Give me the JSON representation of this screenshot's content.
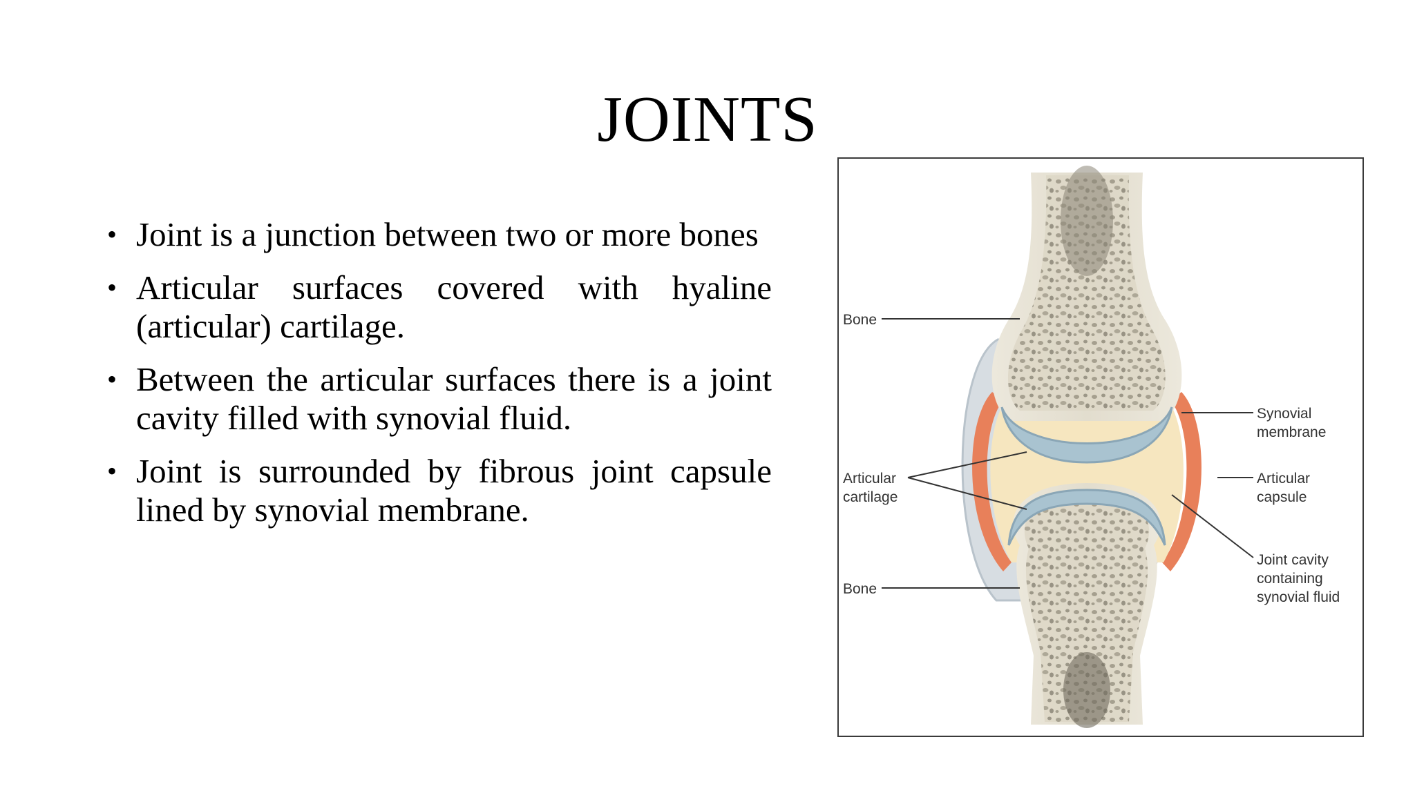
{
  "slide": {
    "title": "JOINTS",
    "bullets": [
      "Joint is a junction between two or more bones",
      "Articular surfaces covered with hyaline (articular) cartilage.",
      "Between the articular surfaces there is a joint cavity filled with synovial fluid.",
      "Joint is surrounded by fibrous joint capsule lined by synovial membrane."
    ]
  },
  "figure": {
    "labels": {
      "bone_top": "Bone",
      "articular_cartilage_1": "Articular",
      "articular_cartilage_2": "cartilage",
      "bone_bottom": "Bone",
      "synovial_membrane_1": "Synovial",
      "synovial_membrane_2": "membrane",
      "articular_capsule_1": "Articular",
      "articular_capsule_2": "capsule",
      "joint_cavity_1": "Joint cavity",
      "joint_cavity_2": "containing",
      "joint_cavity_3": "synovial fluid"
    },
    "colors": {
      "bone": "#e6e1d2",
      "spongy_bone": "#8a8576",
      "cartilage": "#a9c3d0",
      "synovial_membrane": "#e8805a",
      "capsule": "#d7dde2",
      "synovial_fluid": "#f6e6bf"
    }
  }
}
